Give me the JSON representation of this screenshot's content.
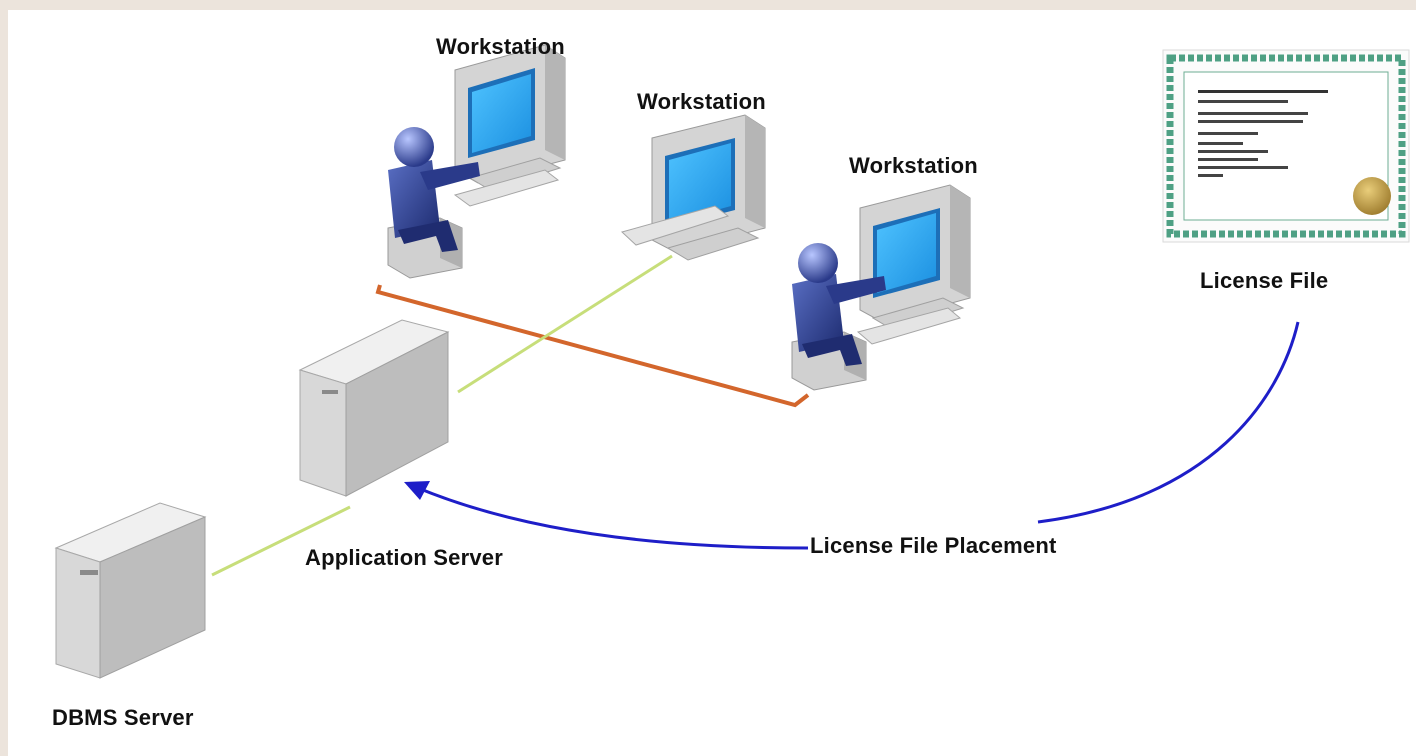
{
  "diagram": {
    "workstations": [
      {
        "label": "Workstation",
        "has_user": true
      },
      {
        "label": "Workstation",
        "has_user": false
      },
      {
        "label": "Workstation",
        "has_user": true
      }
    ],
    "application_server": {
      "label": "Application Server"
    },
    "dbms_server": {
      "label": "DBMS Server"
    },
    "license_file": {
      "label": "License File"
    },
    "placement": {
      "label": "License File Placement"
    },
    "colors": {
      "workstation_link": "#d3662c",
      "server_link": "#c7de7a",
      "placement_arrow": "#1e1ec8",
      "certificate_border": "#2f8f6e",
      "seal": "#c9a24a"
    }
  }
}
